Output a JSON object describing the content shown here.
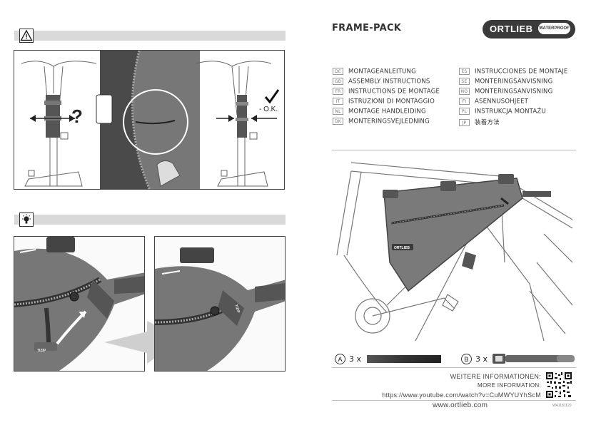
{
  "left_page": {
    "warning_section": {
      "icon": "warning-triangle-icon",
      "question_mark": "?",
      "ok_label": "- O.K."
    },
    "tip_section": {
      "icon": "lightbulb-icon",
      "zipper_pull_label": "TIZIP"
    }
  },
  "right_page": {
    "title": "FRAME-PACK",
    "logo": {
      "brand": "ORTLIEB",
      "badge": "WATERPROOF"
    },
    "languages_left": [
      {
        "code": "DE",
        "label": "MONTAGEANLEITUNG"
      },
      {
        "code": "GB",
        "label": "ASSEMBLY INSTRUCTIONS"
      },
      {
        "code": "FR",
        "label": "INSTRUCTIONS DE MONTAGE"
      },
      {
        "code": "IT",
        "label": "ISTRUZIONI DI MONTAGGIO"
      },
      {
        "code": "NL",
        "label": "MONTAGE HANDLEIDING"
      },
      {
        "code": "DK",
        "label": "MONTERINGSVEJLEDNING"
      }
    ],
    "languages_right": [
      {
        "code": "ES",
        "label": "INSTRUCCIONES DE MONTAJE"
      },
      {
        "code": "SE",
        "label": "MONTERINGSANVISNING"
      },
      {
        "code": "NO",
        "label": "MONTERINGSANVISNING"
      },
      {
        "code": "FI",
        "label": "ASENNUSOHJEET"
      },
      {
        "code": "PL",
        "label": "INSTRUKCJA MONTAŻU"
      },
      {
        "code": "JP",
        "label": "装着方法"
      }
    ],
    "bag_brand_label": "ORTLIEB",
    "parts": {
      "a": {
        "letter": "A",
        "qty": "3 x"
      },
      "b": {
        "letter": "B",
        "qty": "3 x"
      }
    },
    "more_info": {
      "de": "WEITERE INFORMATIONEN:",
      "en": "MORE INFORMATION:",
      "url": "https://www.youtube.com/watch?v=CuMWYUYhScM"
    },
    "website": "www.ortlieb.com",
    "article_no": "WA1181120"
  }
}
